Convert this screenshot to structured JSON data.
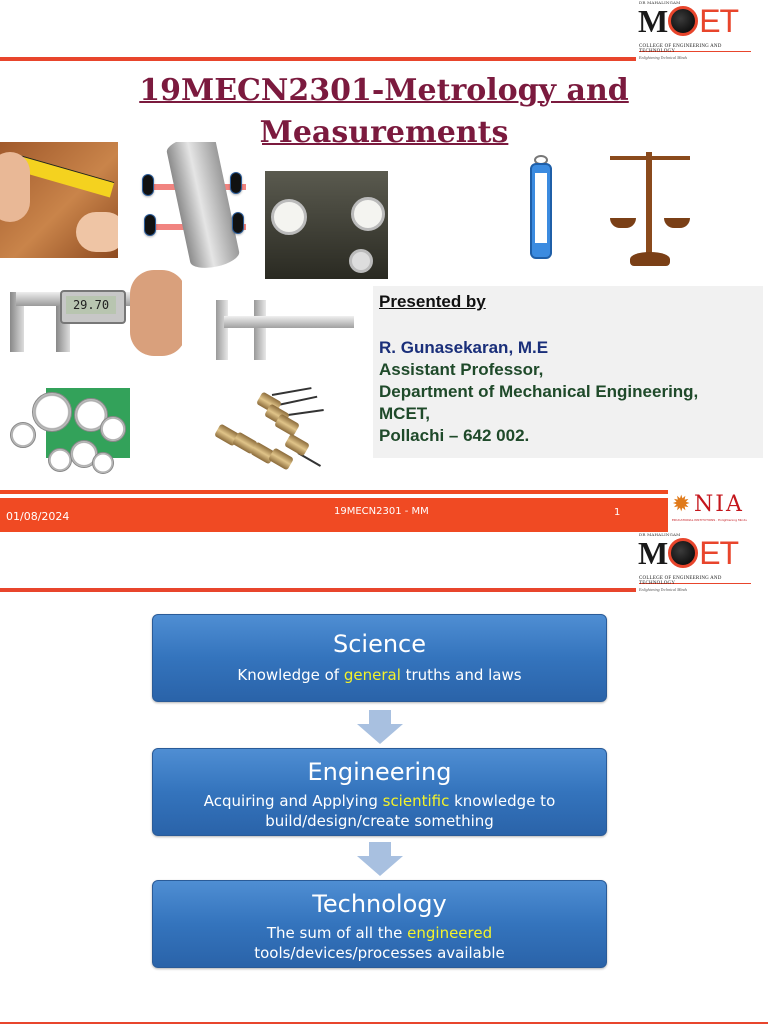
{
  "brand": {
    "logo_top_small": "DR MAHALINGAM",
    "logo_m": "M",
    "logo_et": "ET",
    "logo_sub": "COLLEGE OF ENGINEERING AND TECHNOLOGY",
    "logo_tagline": "Enlightening Technical Minds",
    "nia_text": "NIA",
    "nia_tag": "EDUCATIONAL INSTITUTIONS · Enlightening Minds"
  },
  "slide1": {
    "title_line1": "19MECN2301-Metrology and",
    "title_line2": "Measurements",
    "caliper_reading": "29.70",
    "presenter": {
      "heading": "Presented by",
      "name": "R. Gunasekaran, M.E",
      "lines": [
        "Assistant Professor,",
        "Department of Mechanical Engineering,",
        "MCET,",
        "Pollachi – 642 002."
      ]
    },
    "footer": {
      "date": "01/08/2024",
      "code": "19MECN2301 - MM",
      "page": "1"
    }
  },
  "slide2": {
    "steps": [
      {
        "heading": "Science",
        "text_before": "Knowledge of ",
        "highlight": "general",
        "text_after": " truths and laws"
      },
      {
        "heading": "Engineering",
        "text_before": "Acquiring and Applying ",
        "highlight": "scientific",
        "text_after": " knowledge to build/design/create something"
      },
      {
        "heading": "Technology",
        "text_before": "The sum of all the ",
        "highlight": "engineered",
        "text_after": " tools/devices/processes available"
      }
    ]
  },
  "colors": {
    "accent": "#f04a23",
    "title": "#7b1a3e",
    "box_blue": "#3474bd",
    "highlight": "#f4f22a"
  }
}
